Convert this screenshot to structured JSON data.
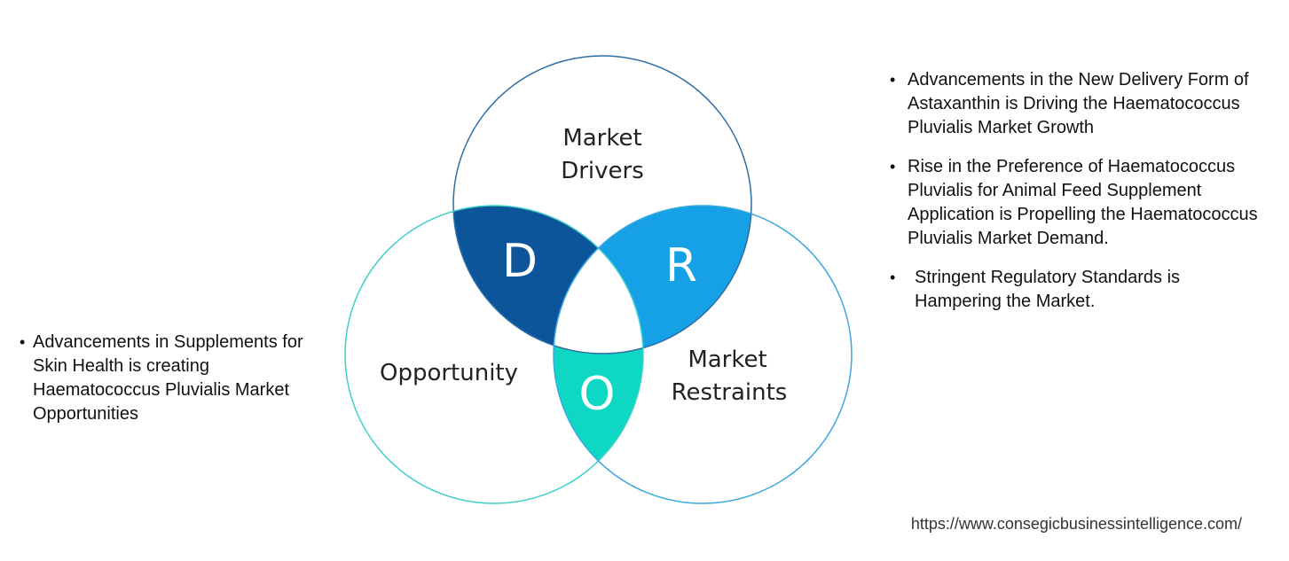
{
  "diagram": {
    "circles": {
      "drivers": {
        "label_line1": "Market",
        "label_line2": "Drivers",
        "stroke": "#2e6da4"
      },
      "opportunity": {
        "label": "Opportunity",
        "stroke": "#40d0c8"
      },
      "restraints": {
        "label_line1": "Market",
        "label_line2": "Restraints",
        "stroke": "#3aa8e0"
      }
    },
    "overlaps": {
      "d": {
        "letter": "D",
        "color": "#0d559a"
      },
      "r": {
        "letter": "R",
        "color": "#16a0e6"
      },
      "o": {
        "letter": "O",
        "color": "#0ed8c4"
      }
    }
  },
  "right_bullets": [
    "Advancements in the New Delivery Form of Astaxanthin is Driving the Haematococcus Pluvialis Market Growth",
    "Rise in the Preference of Haematococcus Pluvialis for Animal Feed Supplement Application is Propelling the Haematococcus Pluvialis Market Demand.",
    "Stringent Regulatory Standards is Hampering the Market."
  ],
  "left_bullets": [
    "Advancements in Supplements for Skin Health is creating Haematococcus Pluvialis Market Opportunities"
  ],
  "source_url": "https://www.consegicbusinessintelligence.com/"
}
